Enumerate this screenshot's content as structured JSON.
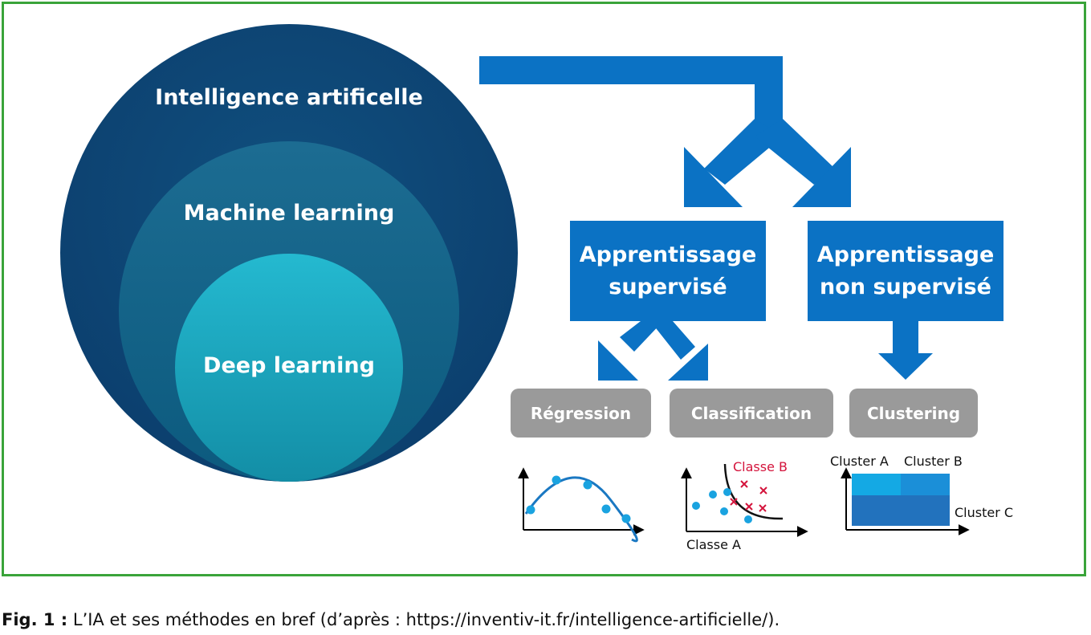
{
  "circles": {
    "outer": "Intelligence artificelle",
    "middle": "Machine learning",
    "inner": "Deep learning"
  },
  "branches": {
    "supervised": [
      "Apprentissage",
      "supervisé"
    ],
    "unsupervised": [
      "Apprentissage",
      "non supervisé"
    ]
  },
  "methods": {
    "regression": "Régression",
    "classification": "Classification",
    "clustering": "Clustering"
  },
  "mini_charts": {
    "classification": {
      "class_a": "Classe A",
      "class_b": "Classe B"
    },
    "clustering": {
      "cluster_a": "Cluster A",
      "cluster_b": "Cluster B",
      "cluster_c": "Cluster C"
    }
  },
  "caption": {
    "label": "Fig. 1 :",
    "text": " L’IA et ses méthodes en bref (d’après : https://inventiv-it.fr/intelligence-artificielle/)."
  },
  "colors": {
    "frame": "#3aa43a",
    "arrow_blue": "#0b72c4",
    "pill_gray": "#9a9a9a",
    "dot_blue": "#1aa3e0",
    "cross_red": "#d4143c"
  }
}
